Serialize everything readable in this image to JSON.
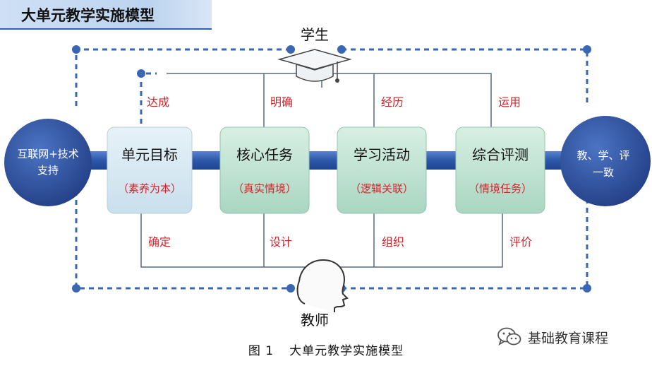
{
  "header": {
    "title": "大单元教学实施模型"
  },
  "student": {
    "label": "学生"
  },
  "teacher": {
    "label": "教师"
  },
  "left_circle": {
    "line1": "互联网+技术",
    "line2": "支持"
  },
  "right_circle": {
    "line1": "教、学、评",
    "line2": "一致"
  },
  "stages": [
    {
      "title": "单元目标",
      "sub": "（素养为本）",
      "top_label": "达成",
      "bottom_label": "确定"
    },
    {
      "title": "核心任务",
      "sub": "（真实情境）",
      "top_label": "明确",
      "bottom_label": "设计"
    },
    {
      "title": "学习活动",
      "sub": "（逻辑关联）",
      "top_label": "经历",
      "bottom_label": "组织"
    },
    {
      "title": "综合评测",
      "sub": "（情境任务）",
      "top_label": "运用",
      "bottom_label": "评价"
    }
  ],
  "caption": {
    "figure": "图 1",
    "text": "大单元教学实施模型"
  },
  "watermark": {
    "text": "基础教育课程",
    "icon": "wechat-icon"
  },
  "colors": {
    "circle": "#2f56a6",
    "bar": "#2d57a8",
    "box_first": "#dcecf4",
    "box_other": "#c9e6da",
    "red_text": "#d4242b",
    "dash": "#3a67b2"
  }
}
